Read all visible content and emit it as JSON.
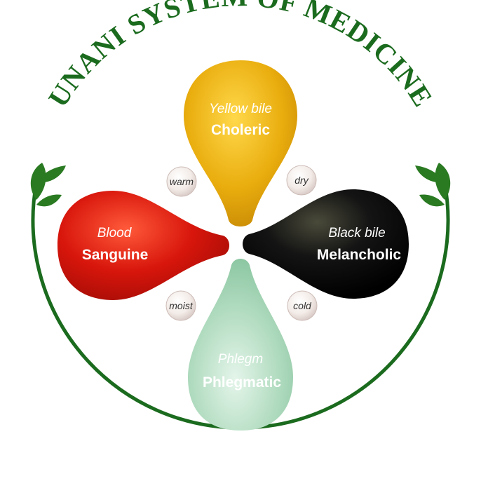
{
  "title": "UNANI SYSTEM OF MEDICINE",
  "colors": {
    "ring": "#1b6b1e",
    "leaf": "#2a7a22",
    "title": "#1b6b1e"
  },
  "humors": [
    {
      "key": "yellow",
      "humor": "Yellow bile",
      "temperament": "Choleric",
      "color": "#e6ab0c",
      "text_color": "#ffffff"
    },
    {
      "key": "black",
      "humor": "Black bile",
      "temperament": "Melancholic",
      "color": "#111111",
      "text_color": "#ffffff"
    },
    {
      "key": "phlegm",
      "humor": "Phlegm",
      "temperament": "Phlegmatic",
      "color": "#a9d8b9",
      "text_color": "#ffffff"
    },
    {
      "key": "blood",
      "humor": "Blood",
      "temperament": "Sanguine",
      "color": "#d4160c",
      "text_color": "#ffffff"
    }
  ],
  "qualities": [
    {
      "key": "warm",
      "label": "warm"
    },
    {
      "key": "dry",
      "label": "dry"
    },
    {
      "key": "moist",
      "label": "moist"
    },
    {
      "key": "cold",
      "label": "cold"
    }
  ]
}
